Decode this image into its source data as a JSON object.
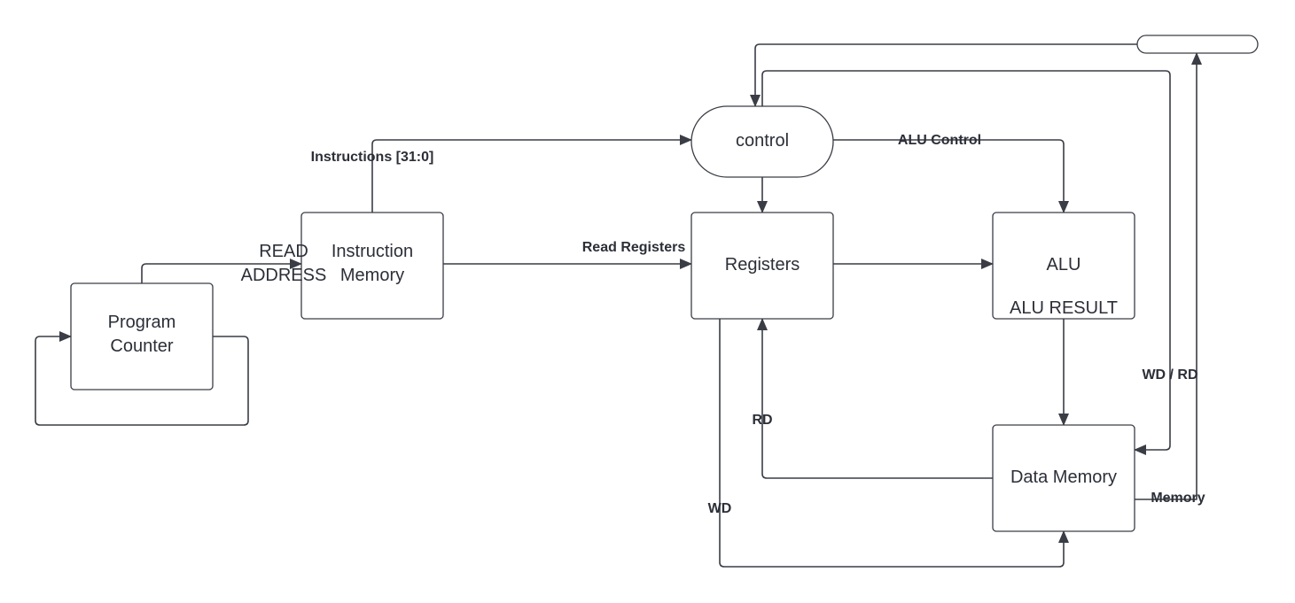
{
  "nodes": {
    "program_counter": {
      "line1": "Program",
      "line2": "Counter"
    },
    "instruction_memory": {
      "line1": "Instruction",
      "line2": "Memory",
      "port_line1": "READ",
      "port_line2": "ADDRESS"
    },
    "control": {
      "label": "control"
    },
    "registers": {
      "label": "Registers"
    },
    "alu": {
      "label": "ALU",
      "result_label": "ALU RESULT"
    },
    "data_memory": {
      "label": "Data Memory"
    },
    "terminator": {
      "label": ""
    }
  },
  "wire_labels": {
    "instructions": "Instructions [31:0]",
    "alu_control": "ALU Control",
    "read_registers": "Read Registers",
    "wd_rd": "WD / RD",
    "rd": "RD",
    "wd": "WD",
    "memory": "Memory"
  },
  "colors": {
    "stroke": "#3a3d45",
    "text": "#2c2f38",
    "background": "#ffffff"
  }
}
